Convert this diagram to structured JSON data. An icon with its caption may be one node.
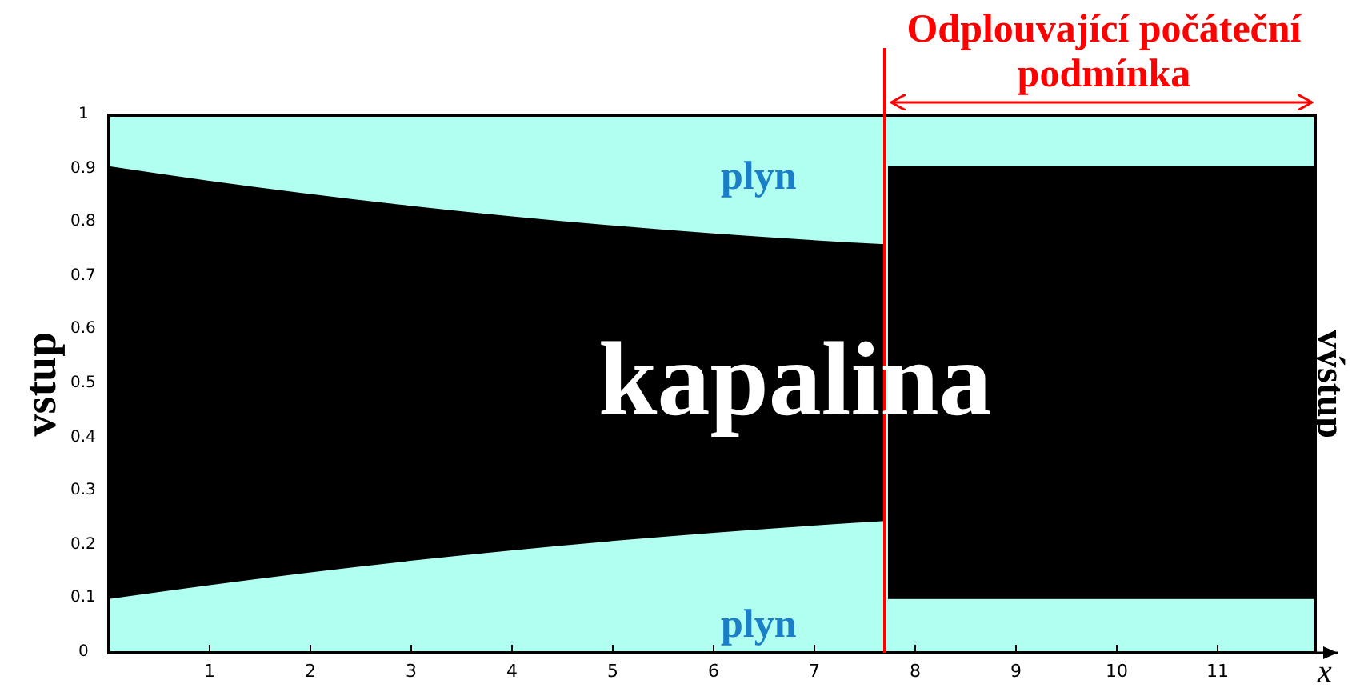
{
  "diagram": {
    "labels": [
      "Odplouvající počáteční podmínka",
      "1",
      "0.9",
      "0.8",
      "0.7",
      "0.6",
      "0.5",
      "0.4",
      "0.3",
      "0.2",
      "0.1",
      "0",
      "vstup",
      "plyn",
      "kapalina",
      "výstup",
      "plyn",
      "1",
      "2",
      "3",
      "4",
      "5",
      "6",
      "7",
      "8",
      "9",
      "10",
      "11",
      "x"
    ]
  }
}
